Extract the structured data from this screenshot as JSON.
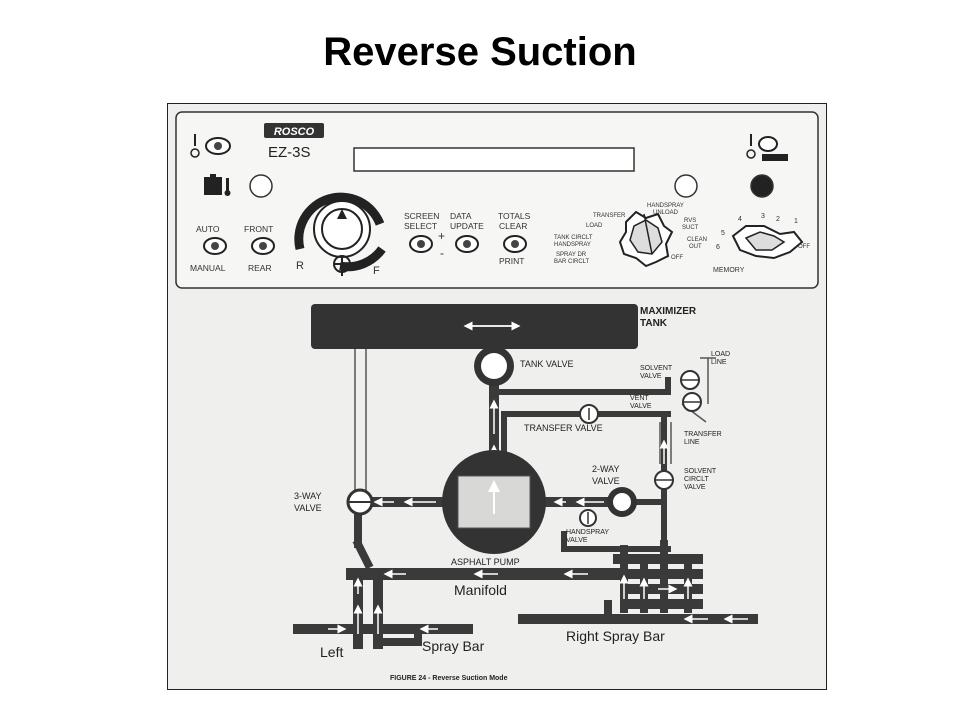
{
  "slide": {
    "title": "Reverse Suction"
  },
  "panel": {
    "brand": "ROSCO",
    "model": "EZ-3S",
    "labels": {
      "auto": "AUTO",
      "manual": "MANUAL",
      "front": "FRONT",
      "rear": "REAR",
      "r": "R",
      "f": "F",
      "screen_select_1": "SCREEN",
      "screen_select_2": "SELECT",
      "data_update_1": "DATA",
      "data_update_2": "UPDATE",
      "plus": "+",
      "minus": "-",
      "totals": "TOTALS",
      "clear": "CLEAR",
      "print": "PRINT",
      "memory": "MEMORY",
      "off": "OFF"
    },
    "mode_dial": {
      "handspray_unload_1": "HANDSPRAY",
      "handspray_unload_2": "UNLOAD",
      "transfer": "TRANSFER",
      "load": "LOAD",
      "rvs_suct_1": "RVS",
      "rvs_suct_2": "SUCT",
      "tank_circlt_1": "TANK CIRCLT",
      "tank_circlt_2": "HANDSPRAY",
      "clean_out_1": "CLEAN",
      "clean_out_2": "OUT",
      "spray_dr_1": "SPRAY DR",
      "spray_dr_2": "BAR CIRCLT",
      "off": "OFF"
    },
    "memory_numbers": [
      "1",
      "2",
      "3",
      "4",
      "5",
      "6"
    ]
  },
  "diagram": {
    "maximizer_tank_1": "MAXIMIZER",
    "maximizer_tank_2": "TANK",
    "tank_valve": "TANK VALVE",
    "solvent_valve_1": "SOLVENT",
    "solvent_valve_2": "VALVE",
    "load_line_1": "LOAD",
    "load_line_2": "LINE",
    "vent_valve_1": "VENT",
    "vent_valve_2": "VALVE",
    "transfer_valve": "TRANSFER VALVE",
    "transfer_line_1": "TRANSFER",
    "transfer_line_2": "LINE",
    "two_way_valve_1": "2-WAY",
    "two_way_valve_2": "VALVE",
    "solvent_circlt_1": "SOLVENT",
    "solvent_circlt_2": "CIRCLT",
    "solvent_circlt_3": "VALVE",
    "three_way_valve_1": "3-WAY",
    "three_way_valve_2": "VALVE",
    "asphalt_pump": "ASPHALT PUMP",
    "handspray_valve_1": "HANDSPRAY",
    "handspray_valve_2": "VALVE",
    "manifold": "Manifold",
    "right_spray_bar": "Right Spray Bar",
    "left": "Left",
    "spray_bar": "Spray Bar",
    "caption": "FIGURE 24 - Reverse Suction Mode"
  }
}
